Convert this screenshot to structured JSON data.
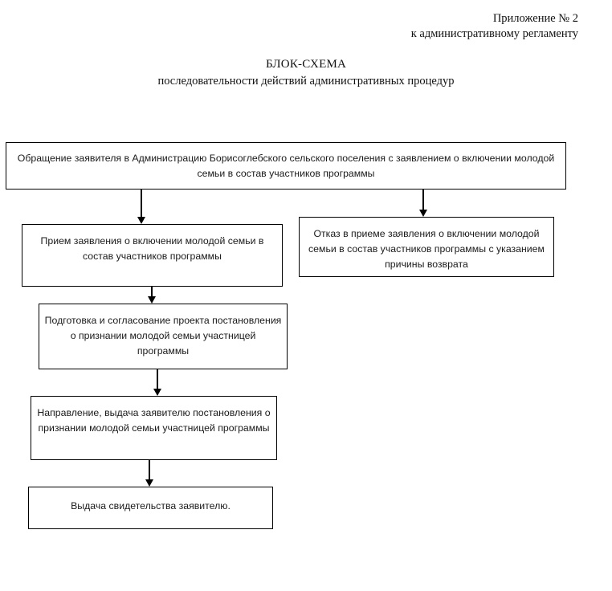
{
  "header": {
    "line1": "Приложение № 2",
    "line2": "к административному регламенту"
  },
  "title": {
    "main": "БЛОК-СХЕМА",
    "subtitle": "последовательности действий административных процедур"
  },
  "flowchart": {
    "nodes": [
      {
        "id": "application",
        "text": "Обращение заявителя в Администрацию Борисоглебского сельского поселения с заявлением о включении молодой семьи в состав участников программы"
      },
      {
        "id": "accept",
        "text": "Прием заявления о включении молодой семьи в состав участников программы"
      },
      {
        "id": "refusal",
        "text": "Отказ в приеме заявления о включении молодой семьи в состав участников программы с указанием причины возврата"
      },
      {
        "id": "preparation",
        "text": "Подготовка и согласование проекта постановления о признании молодой семьи участницей программы"
      },
      {
        "id": "issue-decree",
        "text": "Направление, выдача заявителю постановления о признании молодой семьи участницей программы"
      },
      {
        "id": "certificate",
        "text": "Выдача свидетельства заявителю."
      }
    ],
    "connectors": [
      {
        "id": "app-to-accept",
        "from": "application",
        "to": "accept"
      },
      {
        "id": "app-to-refusal",
        "from": "application",
        "to": "refusal"
      },
      {
        "id": "accept-to-prep",
        "from": "accept",
        "to": "preparation"
      },
      {
        "id": "prep-to-issue",
        "from": "preparation",
        "to": "issue-decree"
      },
      {
        "id": "issue-to-cert",
        "from": "issue-decree",
        "to": "certificate"
      }
    ]
  },
  "colors": {
    "page_background": "#ffffff",
    "box_border": "#000000",
    "text": "#1a1a1a",
    "header_text": "#111111"
  }
}
